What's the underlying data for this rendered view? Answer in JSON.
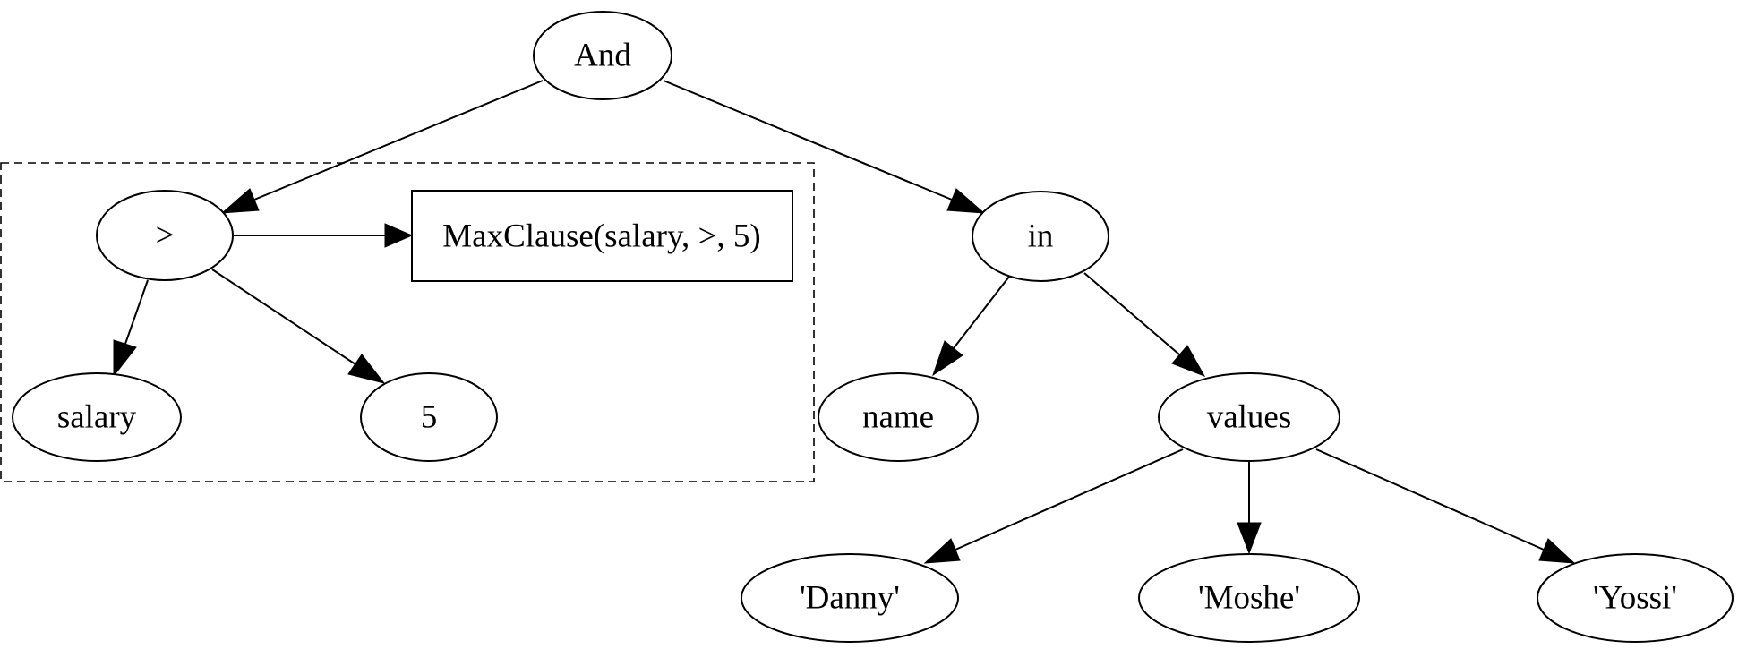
{
  "diagram": {
    "type": "tree",
    "nodes": {
      "and": "And",
      "gt": ">",
      "max_clause": "MaxClause(salary, >, 5)",
      "salary": "salary",
      "five": "5",
      "in": "in",
      "name": "name",
      "values": "values",
      "danny": "'Danny'",
      "moshe": "'Moshe'",
      "yossi": "'Yossi'"
    },
    "edges": [
      [
        "and",
        "gt"
      ],
      [
        "and",
        "in"
      ],
      [
        "gt",
        "max_clause"
      ],
      [
        "gt",
        "salary"
      ],
      [
        "gt",
        "five"
      ],
      [
        "in",
        "name"
      ],
      [
        "in",
        "values"
      ],
      [
        "values",
        "danny"
      ],
      [
        "values",
        "moshe"
      ],
      [
        "values",
        "yossi"
      ]
    ],
    "colors": {
      "stroke": "#000000",
      "background": "#ffffff"
    }
  }
}
